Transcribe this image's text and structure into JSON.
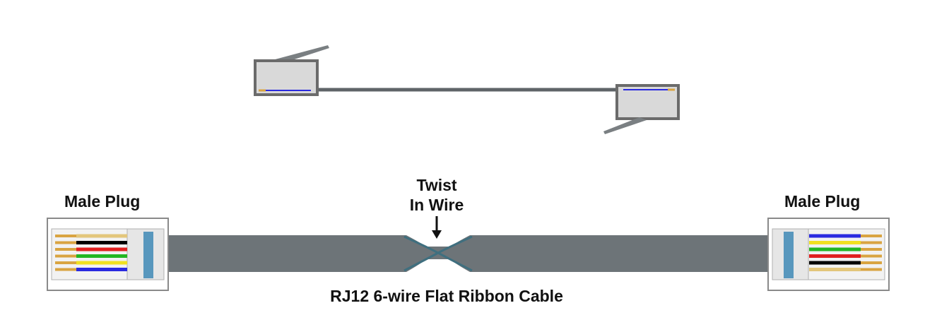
{
  "labels": {
    "left_plug": "Male Plug",
    "right_plug": "Male Plug",
    "twist_line1": "Twist",
    "twist_line2": "In Wire",
    "caption": "RJ12 6-wire Flat Ribbon Cable"
  },
  "colors": {
    "cable": "#6d7478",
    "cable_edge": "#3f6f7f",
    "plug_body": "#dcdcdc",
    "plug_outline": "#6b6b6b",
    "contact_gold": "#d9a441",
    "latch_blue": "#3e88b5"
  },
  "wire_colors_left_top_to_bottom": [
    "#e3c67b",
    "#000000",
    "#e02020",
    "#23b623",
    "#f0e020",
    "#2a2ae0"
  ],
  "wire_colors_right_top_to_bottom": [
    "#2a2ae0",
    "#f0e020",
    "#23b623",
    "#e02020",
    "#000000",
    "#e3c67b"
  ]
}
